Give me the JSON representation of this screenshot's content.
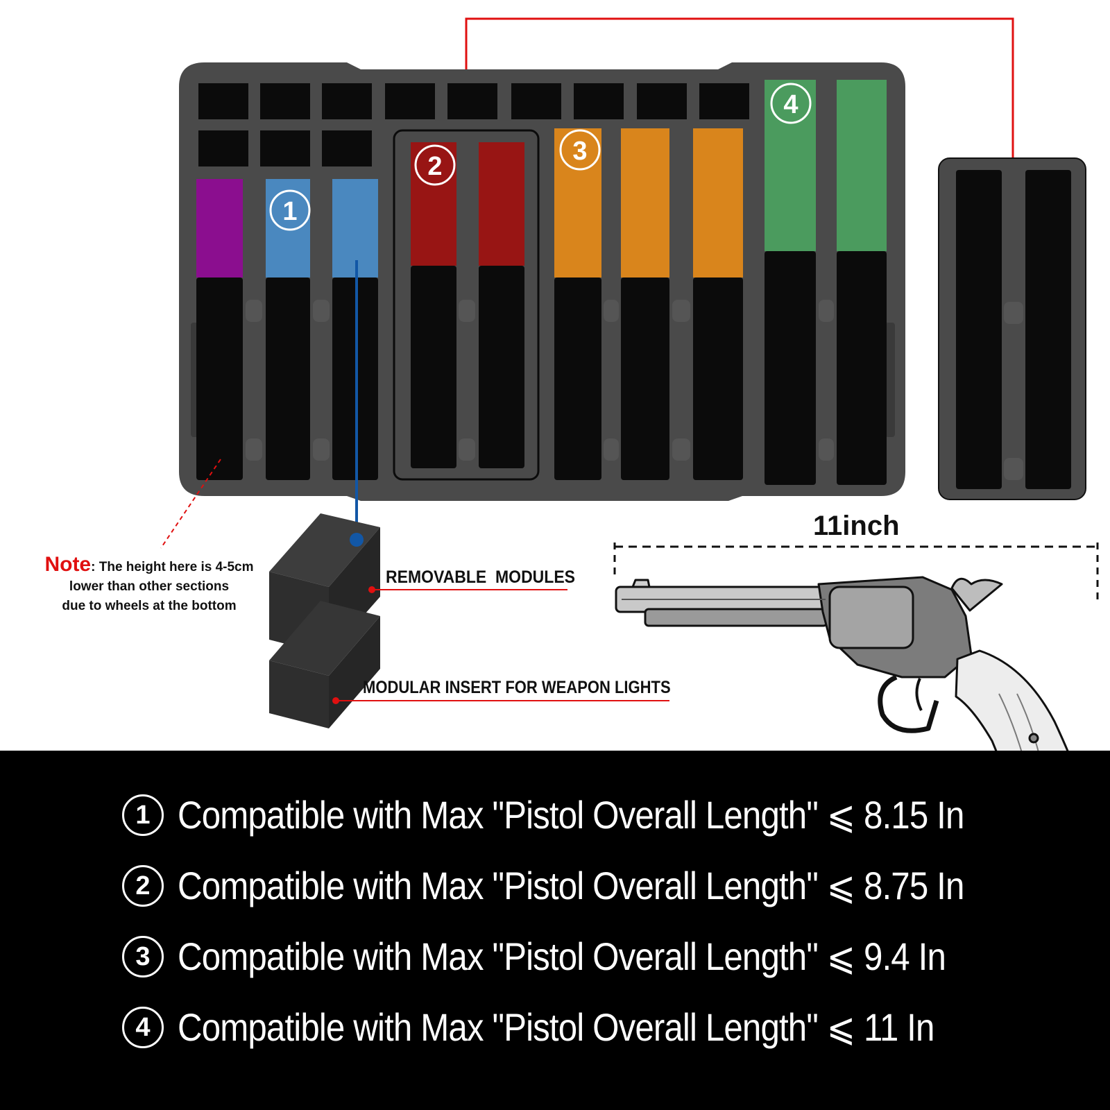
{
  "diagram": {
    "colors": {
      "purple": "#8b0e8f",
      "blue": "#4a88bf",
      "red": "#981514",
      "orange": "#d9851c",
      "green": "#4b9b5e",
      "foam": "#4a4a4a",
      "slot": "#0b0b0b",
      "accent_red": "#e01010",
      "accent_blue": "#1257a6"
    },
    "callouts": [
      {
        "id": "1",
        "label": "1",
        "color": "blue"
      },
      {
        "id": "2",
        "label": "2",
        "color": "red"
      },
      {
        "id": "3",
        "label": "3",
        "color": "orange"
      },
      {
        "id": "4",
        "label": "4",
        "color": "green"
      }
    ],
    "dimension_label": "11inch",
    "removable_label": "REMOVABLE  MODULES",
    "modular_label": "MODULAR INSERT FOR WEAPON LIGHTS",
    "note": {
      "word": "Note",
      "line1": ": The height here is 4-5cm",
      "line2": "lower than other sections",
      "line3": "due to wheels at the bottom"
    },
    "pistol_icon": "revolver-illustration"
  },
  "specs": [
    {
      "num": "1",
      "text": "Compatible with Max \"Pistol Overall Length\" ⩽ 8.15 In"
    },
    {
      "num": "2",
      "text": "Compatible with Max \"Pistol Overall Length\" ⩽ 8.75 In"
    },
    {
      "num": "3",
      "text": "Compatible with Max \"Pistol Overall Length\" ⩽ 9.4 In"
    },
    {
      "num": "4",
      "text": "Compatible with Max \"Pistol Overall Length\" ⩽ 11 In"
    }
  ]
}
